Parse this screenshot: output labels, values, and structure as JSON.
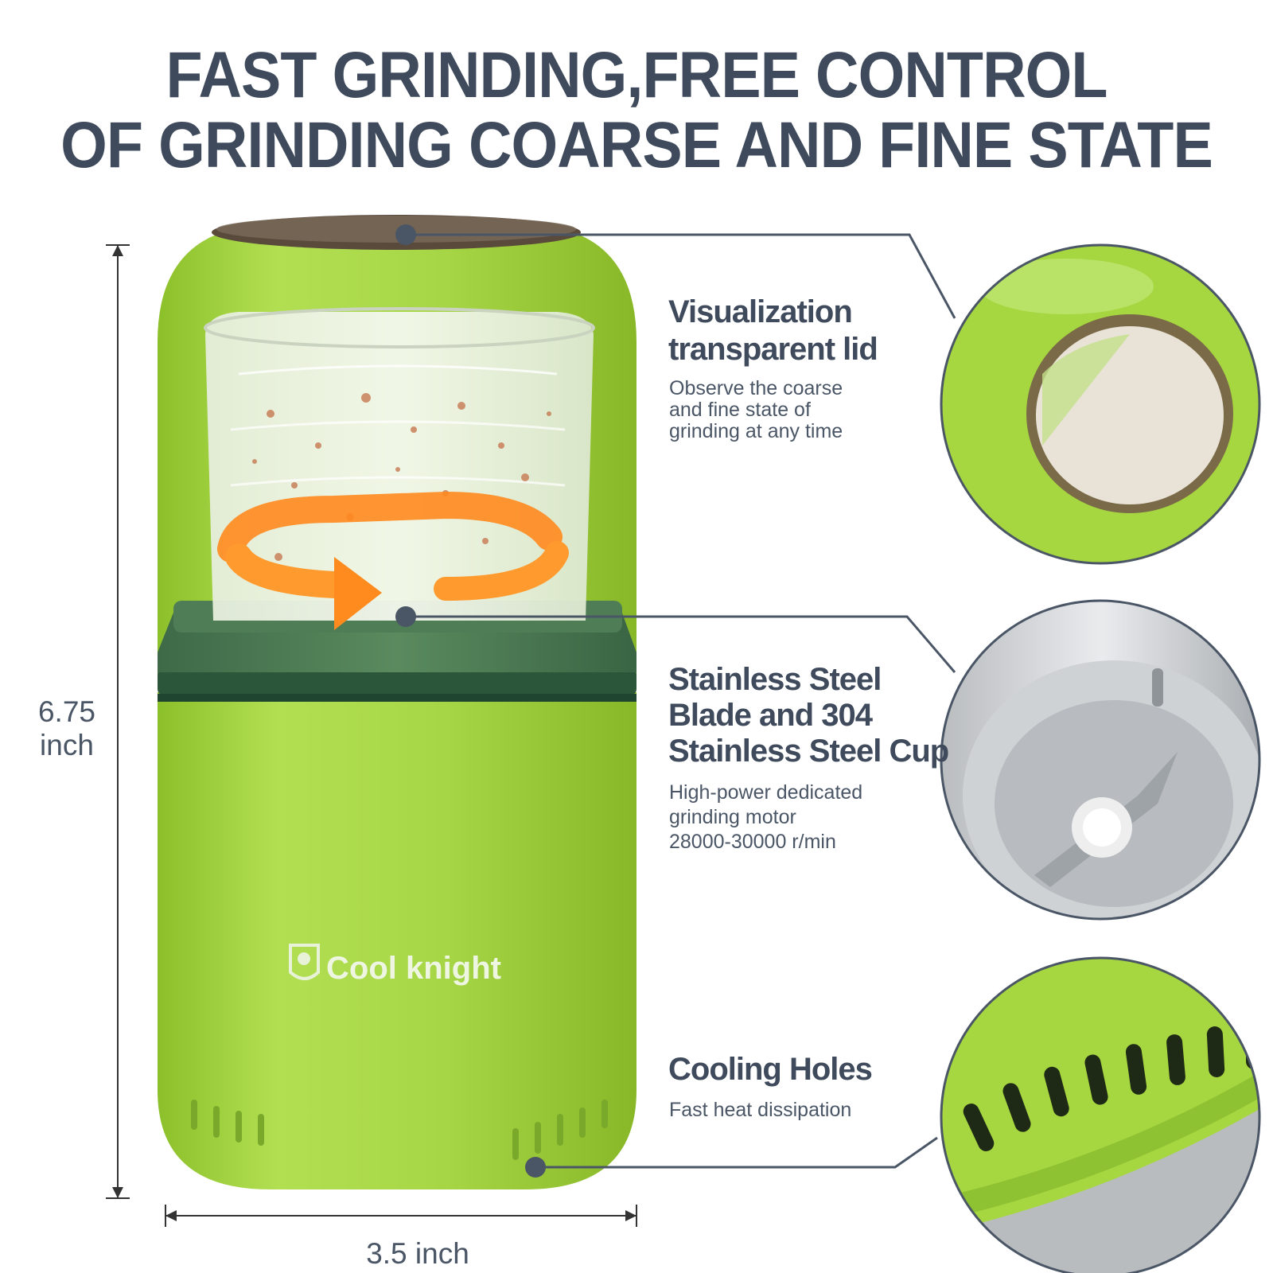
{
  "headline": {
    "line1": "FAST GRINDING,FREE CONTROL",
    "line2": "OF GRINDING COARSE AND FINE STATE"
  },
  "product": {
    "brand": "Cool knight",
    "body_color": "#9fd13a",
    "base_ring_color": "#2f5a3a",
    "arrow_color": "#ff8a1e"
  },
  "features": [
    {
      "title_lines": [
        "Visualization",
        "transparent lid"
      ],
      "desc_lines": [
        "Observe the coarse",
        "and fine state of",
        "grinding at any time"
      ],
      "icon": "transparent-lid-closeup"
    },
    {
      "title_lines": [
        "Stainless Steel",
        "Blade and 304",
        "Stainless Steel Cup"
      ],
      "desc_lines": [
        "High-power dedicated",
        "grinding motor",
        "28000-30000 r/min"
      ],
      "icon": "steel-blade-closeup"
    },
    {
      "title_lines": [
        "Cooling Holes"
      ],
      "desc_lines": [
        "Fast heat dissipation"
      ],
      "icon": "cooling-holes-closeup"
    }
  ],
  "dimensions": {
    "height_value": "6.75",
    "height_unit": "inch",
    "width_label": "3.5 inch"
  },
  "colors": {
    "text_dark": "#3f4b5c",
    "callout_line": "#4a5666",
    "green": "#9fd13a"
  }
}
